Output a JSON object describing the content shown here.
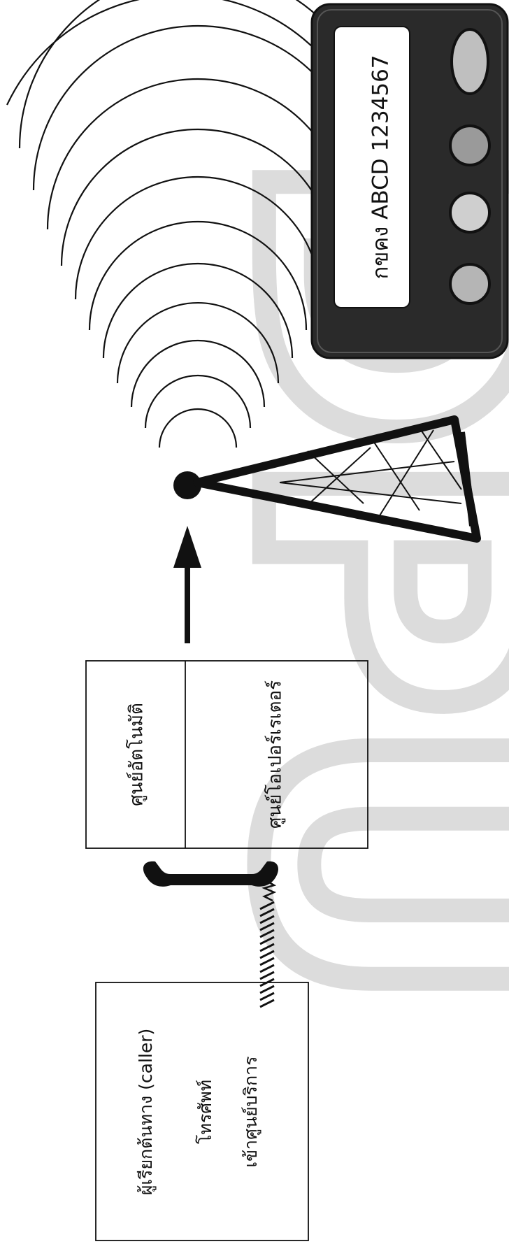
{
  "caller_box": {
    "line1": "ผู้เรียกต้นทาง (caller)",
    "line2": "โทรศัพท์",
    "line3": "เข้าศูนย์บริการ"
  },
  "center_box": {
    "top_label": "ศูนย์อัตโนมัติ",
    "bottom_label": "ศูนย์โอเปอร์เรเตอร์"
  },
  "pager": {
    "display_text": "กขคง ABCD  1234567"
  },
  "watermark": {
    "text": "DPU",
    "color": "#d9d9d9"
  },
  "colors": {
    "ink": "#111111",
    "pager_body": "#2a2a2a",
    "pager_screen": "#ffffff"
  }
}
